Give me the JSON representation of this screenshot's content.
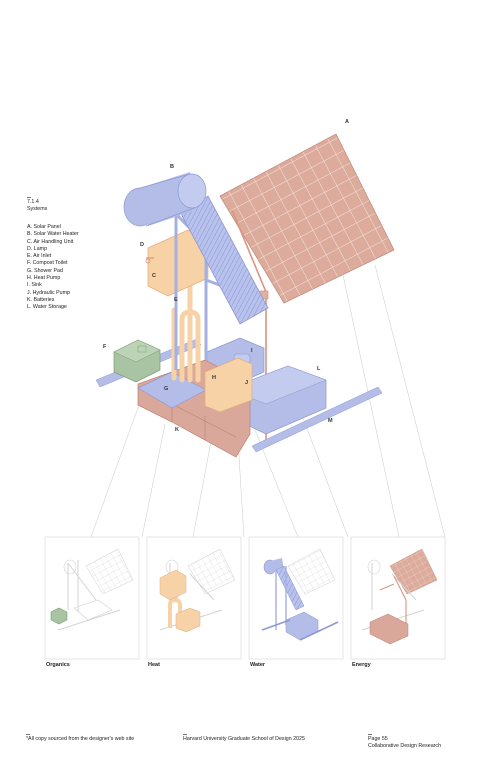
{
  "legend": {
    "section": "7.1.4",
    "title": "Systems",
    "items": [
      "A. Solar Panel",
      "B. Solar Water Heater",
      "C. Air Handling Unit",
      "D. Lamp",
      "E. Air Inlet",
      "F. Compost Toilet",
      "G. Shower Pad",
      "H. Heat Pump",
      "I. Sink",
      "J. Hydraulic Pump",
      "K. Batteries",
      "L. Water Storage"
    ]
  },
  "callouts": [
    "A",
    "B",
    "C",
    "D",
    "E",
    "F",
    "G",
    "H",
    "I",
    "J",
    "K",
    "L",
    "M"
  ],
  "panels": [
    "Organics",
    "Heat",
    "Water",
    "Energy"
  ],
  "footer": {
    "note": "*All copy sourced from the designer's web site",
    "school": "Harvard University Graduate School of Design 2025",
    "page": "Page 55",
    "course": "Collaborative Design Research"
  },
  "colors": {
    "energy": "#d9a89a",
    "water": "#b3bde8",
    "heat": "#f7d2a6",
    "organics": "#a8c4a2",
    "line": "#888888"
  }
}
